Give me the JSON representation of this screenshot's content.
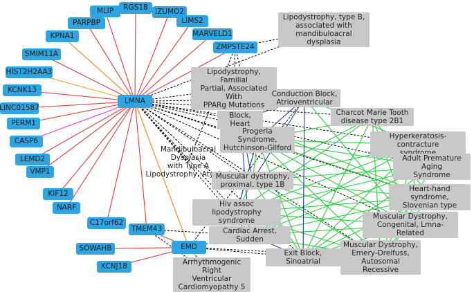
{
  "colors": {
    "gene_node": "#2ea5e0",
    "disease_node": "#c8c8c8",
    "edge_gene_gene": "#e03b3b",
    "edge_gene_gene_alt": "#f0a030",
    "edge_gene_gene_magenta": "#e040e0",
    "edge_gene_disease": "#000000",
    "edge_disease_disease": "#2ecc40",
    "edge_disease_disease_alt": "#1a3fa0"
  },
  "genes": {
    "mlip": "MLIP",
    "rgs18": "RGS18",
    "izumo2": "IZUMO2",
    "parpbp": "PARPBP",
    "lims2": "LIMS2",
    "marveld1": "MARVELD1",
    "kpna1": "KPNA1",
    "zmpste24": "ZMPSTE24",
    "smim11a": "SMIM11A",
    "hist2h2aa3": "HIST2H2AA3",
    "kcnk13": "KCNK13",
    "lmna": "LMNA",
    "linc01587": "LINC01587",
    "perm1": "PERM1",
    "casp6": "CASP6",
    "lemd2": "LEMD2",
    "vmp1": "VMP1",
    "kif12": "KIF12",
    "narf": "NARF",
    "c17orf62": "C17orf62",
    "tmem43": "TMEM43",
    "emd": "EMD",
    "sowahb": "SOWAHB",
    "kcnj18": "KCNJ18"
  },
  "diseases": {
    "lipodystrophy_b": "Lipodystrophy, type B,\nassociated with\nmandibuloacral dysplasia",
    "lipodystrophy_familial": "Lipodystrophy, Familial\nPartial, Associated With\nPPARg Mutations",
    "conduction_block": "Conduction Block,\nAtrioventricular",
    "block_heart": "Block, Heart",
    "cmt_2b1": "Charcot Marie Tooth\ndisease type 2B1",
    "progeria": "Progeria Syndrome,\nHutchinson-Gilford",
    "hyperkeratosis": "Hyperkeratosis-contracture\nsyndrome",
    "mandibuloacral_a": "Mandibuloacral Dysplasia\nwith Type A\nLipodystrophy, Atypical",
    "adult_premature_aging": "Adult Premature Aging\nSyndrome",
    "muscular_dystrophy_1b": "Muscular dystrophy,\nproximal, type 1B",
    "heart_hand": "Heart-hand syndrome,\nSlovenian type",
    "hiv_lipodystrophy": "Hiv assoc lipodystrophy\nsyndrome",
    "md_lmna": "Muscular Dystrophy,\nCongenital, Lmna-Related",
    "cardiac_arrest": "Cardiac Arrest, Sudden",
    "md_emery_dreifuss": "Muscular Dystrophy,\nEmery-Dreifuss,\nAutosomal Recessive",
    "exit_block": "Exit Block, Sinoatrial",
    "arvc5": "Arrhythmogenic Right\nVentricular\nCardiomyopathy 5"
  }
}
